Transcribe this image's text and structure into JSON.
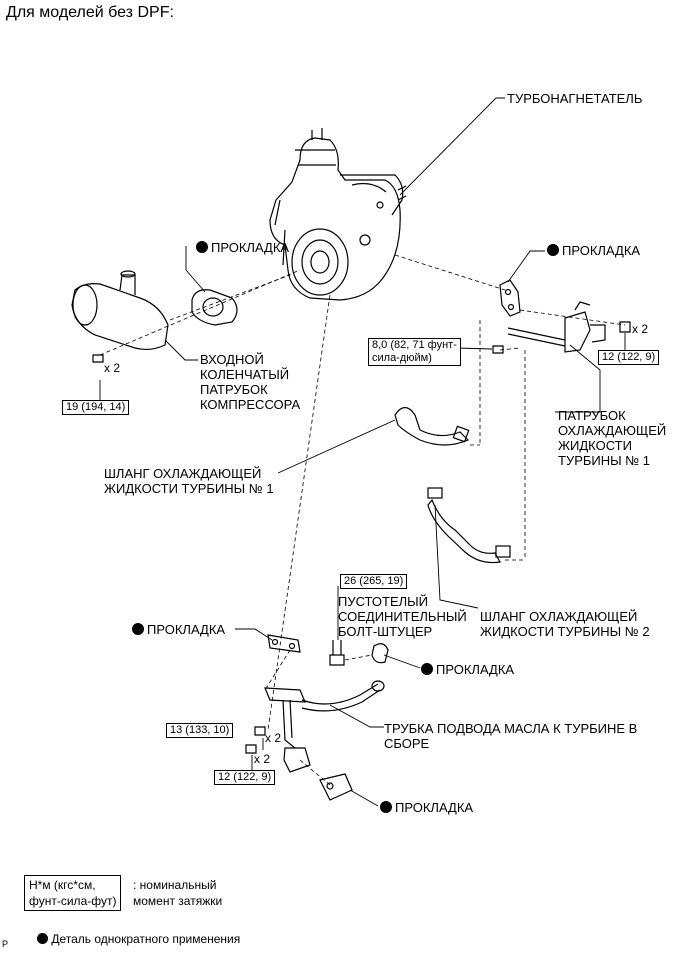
{
  "title": "Для моделей без DPF:",
  "labels": {
    "turbo": "ТУРБОНАГНЕТАТЕЛЬ",
    "gasket": "ПРОКЛАДКА",
    "inlet": "ВХОДНОЙ\nКОЛЕНЧАТЫЙ\nПАТРУБОК\nКОМПРЕССОРА",
    "pipe1": "ПАТРУБОК\nОХЛАЖДАЮЩЕЙ\nЖИДКОСТИ\nТУРБИНЫ № 1",
    "hose1": "ШЛАНГ ОХЛАЖДАЮЩЕЙ\nЖИДКОСТИ ТУРБИНЫ № 1",
    "hose2": "ШЛАНГ ОХЛАЖДАЮЩЕЙ\nЖИДКОСТИ ТУРБИНЫ № 2",
    "union_bolt": "ПУСТОТЕЛЫЙ\nСОЕДИНИТЕЛЬНЫЙ\nБОЛТ-ШТУЦЕР",
    "oil_pipe": "ТРУБКА ПОДВОДА МАСЛА К ТУРБИНЕ В\nСБОРЕ"
  },
  "torques": {
    "t_inlet": "19 (194, 14)",
    "t_8": "8,0 (82, 71 фунт-\nсила-дюйм)",
    "t_12a": "12 (122, 9)",
    "t_26": "26 (265, 19)",
    "t_13": "13 (133, 10)",
    "t_12b": "12 (122, 9)"
  },
  "multipliers": {
    "x2": "x 2"
  },
  "legend": {
    "unit_box": "Н*м (кгс*см,\nфунт-сила-фут)",
    "unit_desc": ": номинальный\nмомент затяжки",
    "single_use": "Деталь однократного применения"
  },
  "corner_mark": "P"
}
